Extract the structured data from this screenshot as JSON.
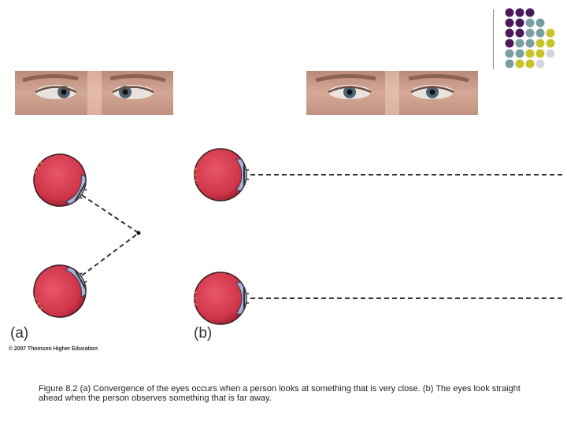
{
  "figure": {
    "panel_a_label": "(a)",
    "panel_b_label": "(b)",
    "copyright": "© 2007 Thomson Higher Education",
    "caption": "Figure 8.2 (a) Convergence of the eyes occurs when a person looks at something that is very close. (b) The eyes look straight ahead when the person observes something that is far away."
  },
  "colors": {
    "dot_purple": "#4a1a5c",
    "dot_teal": "#7a9fa0",
    "dot_yellow": "#c9c42a",
    "dot_lavender": "#d6d4e2",
    "eyeball_red": "#d23a4c",
    "skin": "#c89a86"
  }
}
